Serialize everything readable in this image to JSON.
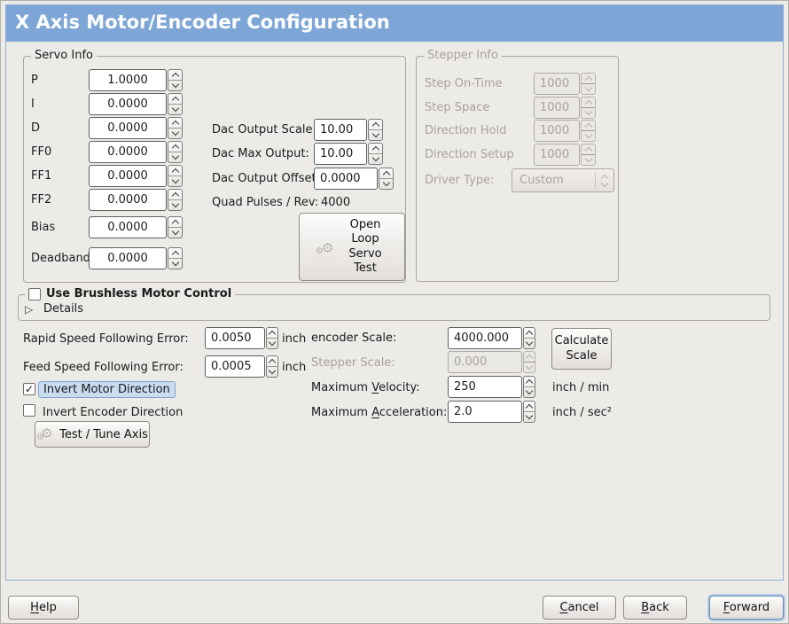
{
  "title": "X Axis Motor/Encoder Configuration",
  "icons": {
    "gear": "⚙",
    "expander_right": "▷",
    "checkmark": "✓"
  },
  "colors": {
    "titlebar": "#7da6d7",
    "focus_highlight": "#cadcf0",
    "frame_border": "#8fafd4"
  },
  "servo": {
    "legend": "Servo Info",
    "rows": [
      {
        "label": "P",
        "value": "1.0000"
      },
      {
        "label": "I",
        "value": "0.0000"
      },
      {
        "label": "D",
        "value": "0.0000"
      },
      {
        "label": "FF0",
        "value": "0.0000"
      },
      {
        "label": "FF1",
        "value": "0.0000"
      },
      {
        "label": "FF2",
        "value": "0.0000"
      },
      {
        "label": "Bias",
        "value": "0.0000"
      },
      {
        "label": "Deadband",
        "value": "0.0000"
      }
    ],
    "dac": [
      {
        "label": "Dac Output Scale:",
        "value": "10.00"
      },
      {
        "label": "Dac Max Output:",
        "value": "10.00"
      },
      {
        "label": "Dac Output Offset:",
        "value": "0.0000"
      }
    ],
    "quad_label": "Quad Pulses / Rev:",
    "quad_value": "4000",
    "open_loop_label": "Open Loop Servo Test"
  },
  "stepper": {
    "legend": "Stepper Info",
    "rows": [
      {
        "label": "Step On-Time",
        "value": "1000"
      },
      {
        "label": "Step Space",
        "value": "1000"
      },
      {
        "label": "Direction Hold",
        "value": "1000"
      },
      {
        "label": "Direction Setup",
        "value": "1000"
      }
    ],
    "driver_type_label": "Driver Type:",
    "driver_type_value": "Custom"
  },
  "brushless": {
    "checkbox_label": "Use Brushless Motor Control",
    "details_label": "Details"
  },
  "fe": {
    "rapid_label": "Rapid Speed Following Error:",
    "rapid_value": "0.0050",
    "rapid_unit": "inch",
    "feed_label": "Feed Speed Following Error:",
    "feed_value": "0.0005",
    "feed_unit": "inch"
  },
  "scale": {
    "encoder_label": "encoder Scale:",
    "encoder_value": "4000.000",
    "calculate_button": "Calculate Scale",
    "stepper_label": "Stepper Scale:",
    "stepper_value": "0.000",
    "velocity_label": {
      "pre": "Maximum ",
      "key": "V",
      "post": "elocity:"
    },
    "velocity_value": "250",
    "velocity_unit": "inch / min",
    "accel_label": {
      "pre": "Maximum ",
      "key": "A",
      "post": "cceleration:"
    },
    "accel_value": "2.0",
    "accel_unit": "inch / sec²"
  },
  "direction": {
    "invert_motor_label": "Invert Motor Direction",
    "invert_encoder_label": "Invert Encoder Direction",
    "test_tune_label": "Test / Tune Axis"
  },
  "footer": {
    "help": {
      "key": "H",
      "post": "elp"
    },
    "cancel": {
      "key": "C",
      "post": "ancel"
    },
    "back": {
      "key": "B",
      "post": "ack"
    },
    "forward": {
      "key": "F",
      "post": "orward"
    }
  }
}
